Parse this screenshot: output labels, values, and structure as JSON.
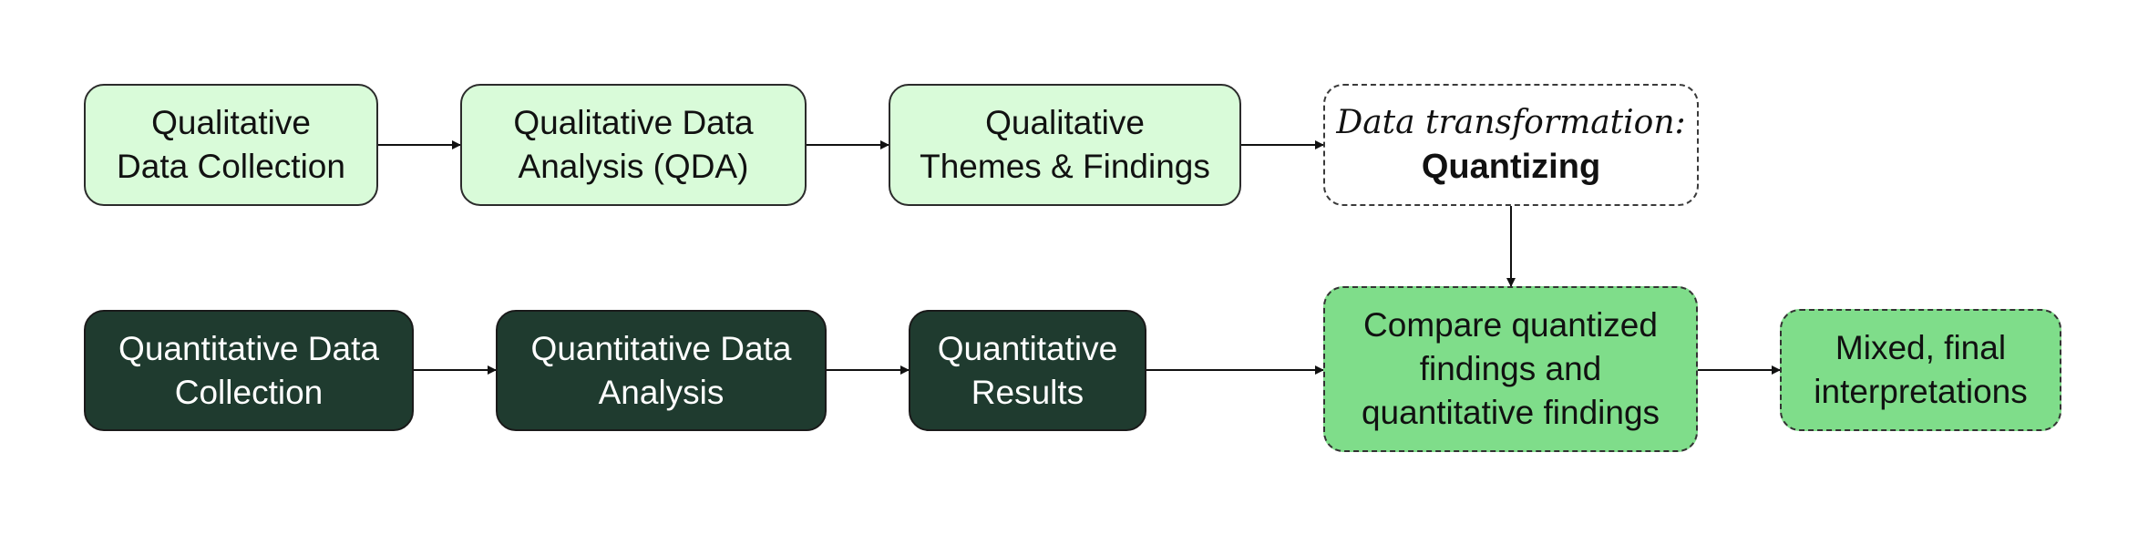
{
  "diagram": {
    "row1": [
      {
        "id": "qual-collection",
        "lines": [
          "Qualitative",
          "Data Collection"
        ]
      },
      {
        "id": "qda",
        "lines": [
          "Qualitative Data",
          "Analysis (QDA)"
        ]
      },
      {
        "id": "qual-themes",
        "lines": [
          "Qualitative",
          "Themes & Findings"
        ]
      }
    ],
    "transformation": {
      "label": "Data transformation:",
      "method": "Quantizing"
    },
    "row2": [
      {
        "id": "quant-collection",
        "lines": [
          "Quantitative Data",
          "Collection"
        ]
      },
      {
        "id": "quant-analysis",
        "lines": [
          "Quantitative Data",
          "Analysis"
        ]
      },
      {
        "id": "quant-results",
        "lines": [
          "Quantitative",
          "Results"
        ]
      }
    ],
    "compare": {
      "lines": [
        "Compare quantized",
        "findings and",
        "quantitative findings"
      ]
    },
    "final": {
      "lines": [
        "Mixed, final",
        "interpretations"
      ]
    },
    "colors": {
      "qualitative_fill": "#d9fbd9",
      "quantitative_fill": "#1f3b2f",
      "mixed_fill": "#7fdd8a",
      "arrow": "#111111"
    }
  }
}
